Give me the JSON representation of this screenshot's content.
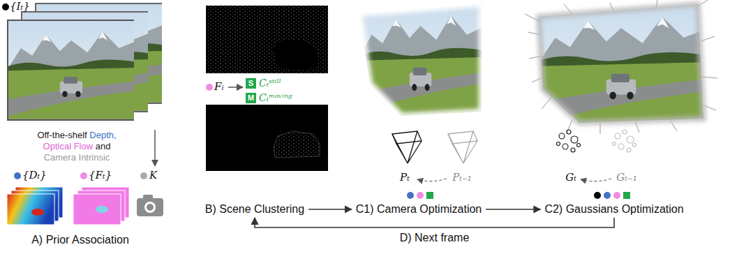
{
  "diagram": {
    "nodes": [
      {
        "text": [
          "S",
          "Cₜˢᵗⁱˡˡ"
        ]
      },
      {
        "text": [
          "M",
          "Cₜᵐᵒᵛⁱⁿᵍ"
        ]
      },
      {
        "text": [
          "B) Scene Clustering"
        ]
      },
      {
        "text": [
          "C1) Camera Optimization"
        ]
      },
      {
        "text": [
          "C2) Gaussians Optimization"
        ]
      }
    ],
    "edges": [
      {
        "from": 2,
        "to": 3,
        "arrow": "to"
      },
      {
        "from": 3,
        "to": 4,
        "arrow": "to"
      },
      {
        "from": 4,
        "to": 2,
        "label": "D) Next frame",
        "arrow": "to"
      }
    ],
    "labels": [
      "{Iₜ}",
      "Off-the-shelf",
      "Depth,",
      "Optical Flow",
      "and",
      "Camera Intrinsic",
      "{Dₜ}",
      "{Fₜ}",
      "K",
      "A) Prior Association",
      "Fᵢ",
      "Pₜ",
      "Pₜ₋₁",
      "Gₜ",
      "Gₜ₋₁"
    ]
  }
}
